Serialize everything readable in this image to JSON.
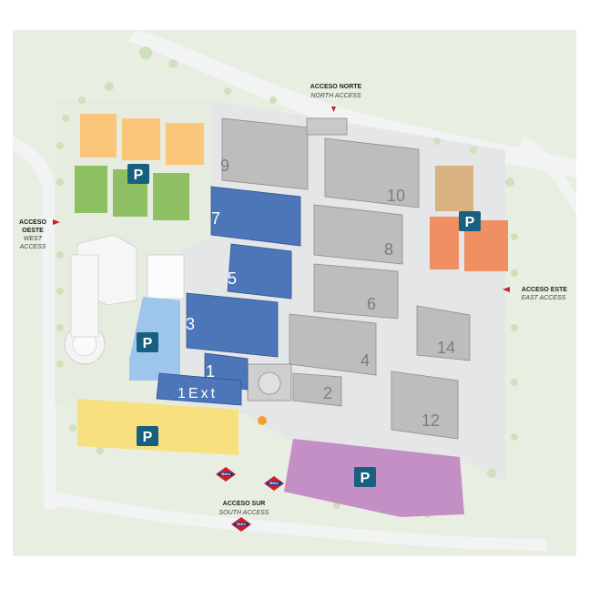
{
  "accesses": {
    "north": {
      "title": "ACCESO NORTE",
      "subtitle": "NORTH ACCESS"
    },
    "west": {
      "title_line1": "ACCESO",
      "title_line2": "OESTE",
      "subtitle_line1": "WEST",
      "subtitle_line2": "ACCESS"
    },
    "east": {
      "title": "ACCESO ESTE",
      "subtitle": "EAST ACCESS"
    },
    "south": {
      "title": "ACCESO SUR",
      "subtitle": "SOUTH ACCESS"
    }
  },
  "halls": {
    "h1": "1",
    "h1ext": "1Ext",
    "h2": "2",
    "h3": "3",
    "h4": "4",
    "h5": "5",
    "h6": "6",
    "h7": "7",
    "h8": "8",
    "h9": "9",
    "h10": "10",
    "h12": "12",
    "h14": "14"
  },
  "parking": {
    "label": "P"
  },
  "metro": {
    "label": "Metro"
  },
  "colors": {
    "background": "#e7ecdf",
    "roads": "#f1f3f3",
    "highlight_halls": "#4d76b9",
    "other_halls": "#bdbdbd",
    "parking_badge": "#17607f",
    "parking_purple": "#c38fc4",
    "parking_yellow": "#f8e07f",
    "parking_orange": "#ef8f62",
    "parking_lightblue": "#9ec5eb",
    "fields_green": "#8fbf63",
    "fields_orange": "#fbc67a",
    "fields_tan": "#d8b280",
    "access_marker": "#d01c2b"
  }
}
